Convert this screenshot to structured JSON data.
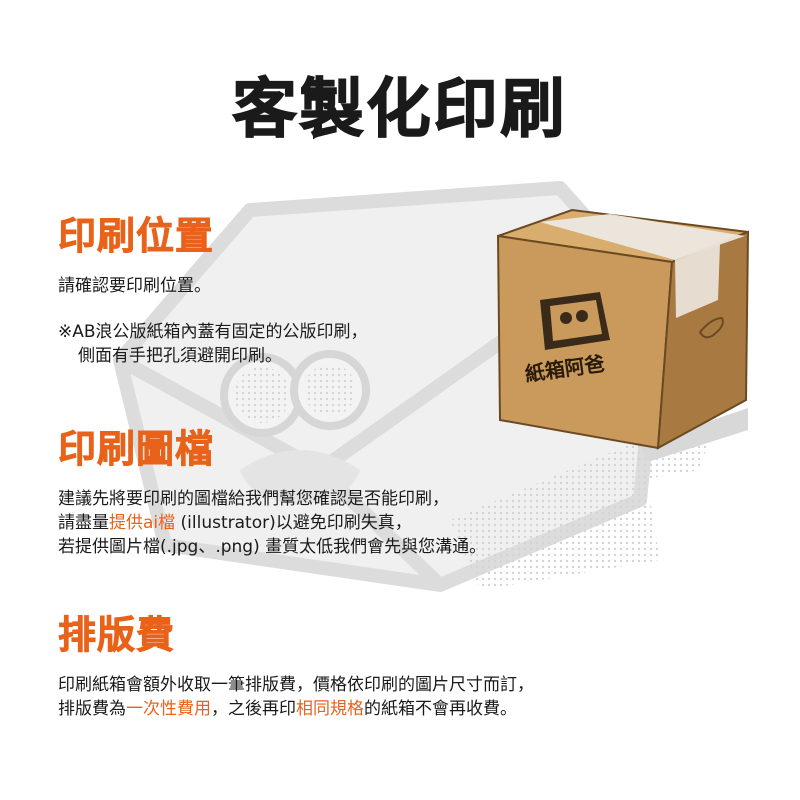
{
  "title": "客製化印刷",
  "colors": {
    "accent": "#e8621a",
    "text": "#1a1a1a",
    "box": "#c99a5b",
    "box_dark": "#a87a42",
    "tape": "#ece8e0",
    "watermark": "#d9d9d9"
  },
  "box_logo_text": "紙箱阿爸",
  "section1": {
    "heading": "印刷位置",
    "line1": "請確認要印刷位置。",
    "note_line1": "※AB浪公版紙箱內蓋有固定的公版印刷，",
    "note_line2": "側面有手把孔須避開印刷。"
  },
  "section2": {
    "heading": "印刷圖檔",
    "line1": "建議先將要印刷的圖檔給我們幫您確認是否能印刷，",
    "line2_a": "請盡量",
    "line2_hl": "提供ai檔",
    "line2_b": " (illustrator)以避免印刷失真，",
    "line3": "若提供圖片檔(.jpg、.png) 畫質太低我們會先與您溝通。"
  },
  "section3": {
    "heading": "排版費",
    "line1": "印刷紙箱會額外收取一筆排版費，價格依印刷的圖片尺寸而訂，",
    "line2_a": "排版費為",
    "line2_hl1": "一次性費用",
    "line2_b": "，之後再印",
    "line2_hl2": "相同規格",
    "line2_c": "的紙箱不會再收費。"
  }
}
